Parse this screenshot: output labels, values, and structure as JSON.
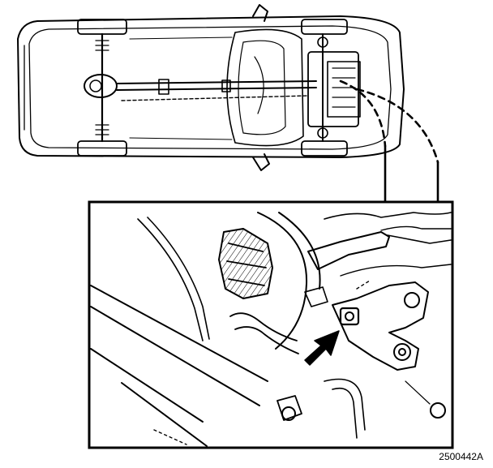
{
  "figure": {
    "code": "2500442A",
    "colors": {
      "ink": "#000000",
      "paper": "#ffffff"
    },
    "callout": {
      "style": "dashed-leader",
      "target": "detail-view"
    },
    "pointer": {
      "type": "arrow",
      "icon": "arrow-pointer-icon"
    }
  }
}
